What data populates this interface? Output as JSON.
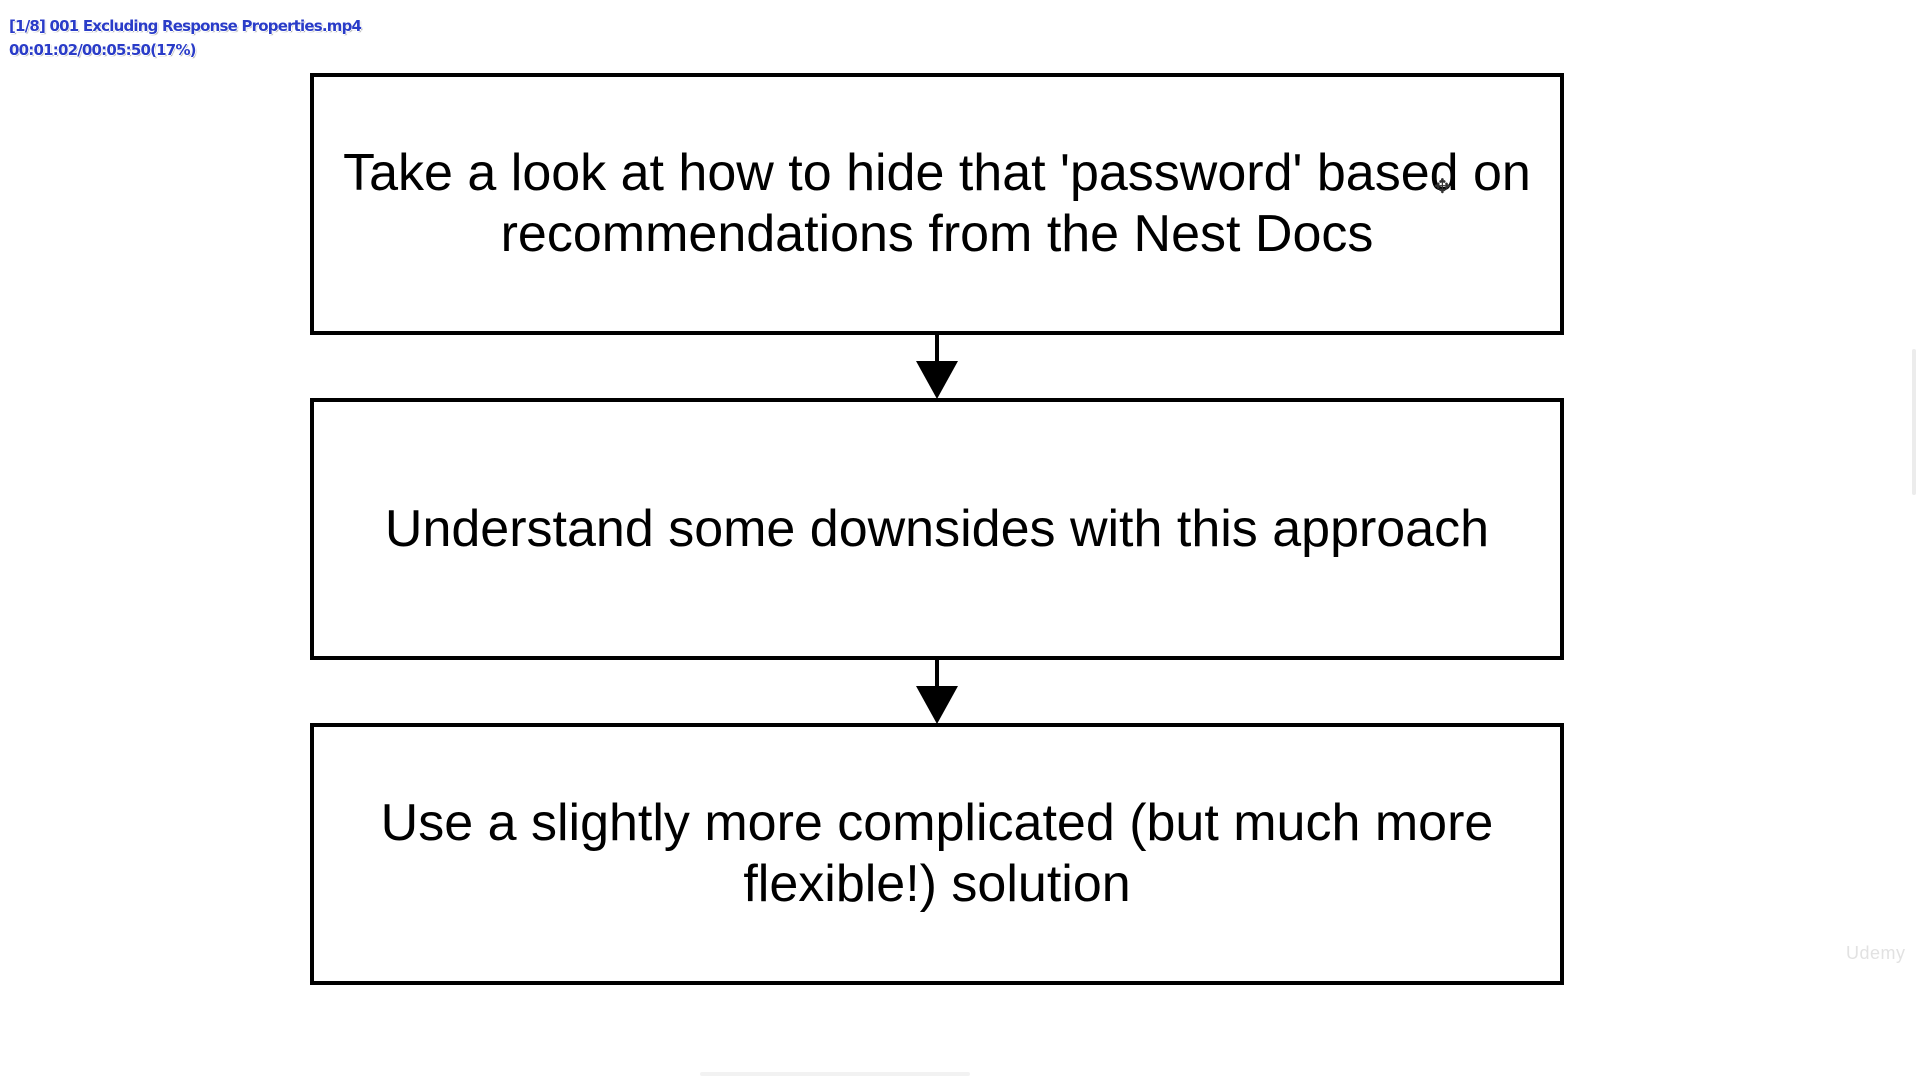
{
  "player_overlay": {
    "file_line": "[1/8] 001 Excluding Response Properties.mp4",
    "time_line": "00:01:02/00:05:50(17%)"
  },
  "playback": {
    "progress_percent": 17
  },
  "flowchart": {
    "steps": [
      "Take a look at how to hide that 'password' based on recommendations from the Nest Docs",
      "Understand some downsides with this approach",
      "Use a slightly more complicated (but much more flexible!) solution"
    ]
  },
  "watermark": {
    "text": "Udemy"
  },
  "icons": {
    "cursor": "move-cursor-icon"
  },
  "colors": {
    "overlay_text": "#2a3cc8",
    "box_border": "#000000",
    "background": "#ffffff"
  }
}
